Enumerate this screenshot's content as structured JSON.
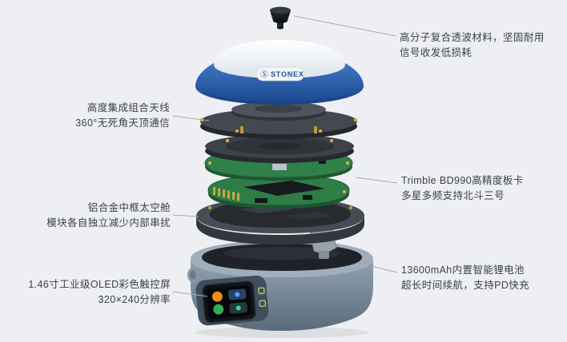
{
  "colors": {
    "background": "#edeff2",
    "radome_blue": "#2a5ba6",
    "brand_blue": "#1d4e91",
    "pcb_green": "#2e7d46",
    "text": "#3b4046"
  },
  "device": {
    "logo_mark": "Ⓢ",
    "logo_text": "STONEX"
  },
  "callouts": {
    "material": {
      "line1": "高分子复合透波材料，坚固耐用",
      "line2": "信号收发低损耗"
    },
    "antenna": {
      "line1": "高度集成组合天线",
      "line2": "360°无死角天顶通信"
    },
    "board": {
      "line1": "Trimble BD990高精度板卡",
      "line2": "多星多频支持北斗三号"
    },
    "frame": {
      "line1": "铝合金中框太空舱",
      "line2": "模块各自独立减少内部串扰"
    },
    "battery": {
      "line1": "13600mAh内置智能锂电池",
      "line2": "超长时间续航，支持PD快充"
    },
    "screen": {
      "line1": "1.46寸工业级OLED彩色触控屏",
      "line2": "320×240分辨率"
    }
  }
}
